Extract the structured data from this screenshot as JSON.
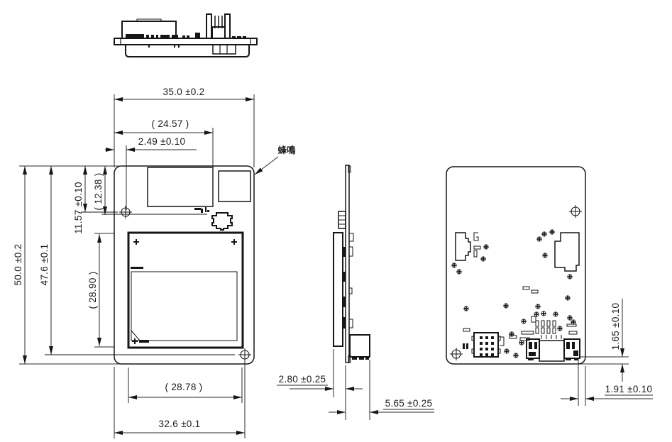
{
  "dimensions": {
    "front": {
      "width": "35.0 ±0.2",
      "window_top_width": "( 24.57 )",
      "hole_offset_x": "2.49 ±0.10",
      "height": "50.0 ±0.2",
      "inner_height": "47.6 ±0.1",
      "hole_offset_y": "11.57 ±0.10",
      "top_zone_height": "( 12.38 )",
      "window_height": "( 28.90 )",
      "window_bottom_width": "( 28.78 )",
      "bottom_width": "32.6 ±0.1"
    },
    "side": {
      "component_standoff": "2.80 ±0.25",
      "connector_standoff": "5.65 ±0.25"
    },
    "back": {
      "connector_bottom_gap": "1.65 ±0.10",
      "connector_edge_gap": "1.91 ±0.10"
    }
  },
  "annotation": {
    "buzzer": "蜂鳴"
  },
  "colors": {
    "line": "#161616",
    "background": "#ffffff"
  }
}
